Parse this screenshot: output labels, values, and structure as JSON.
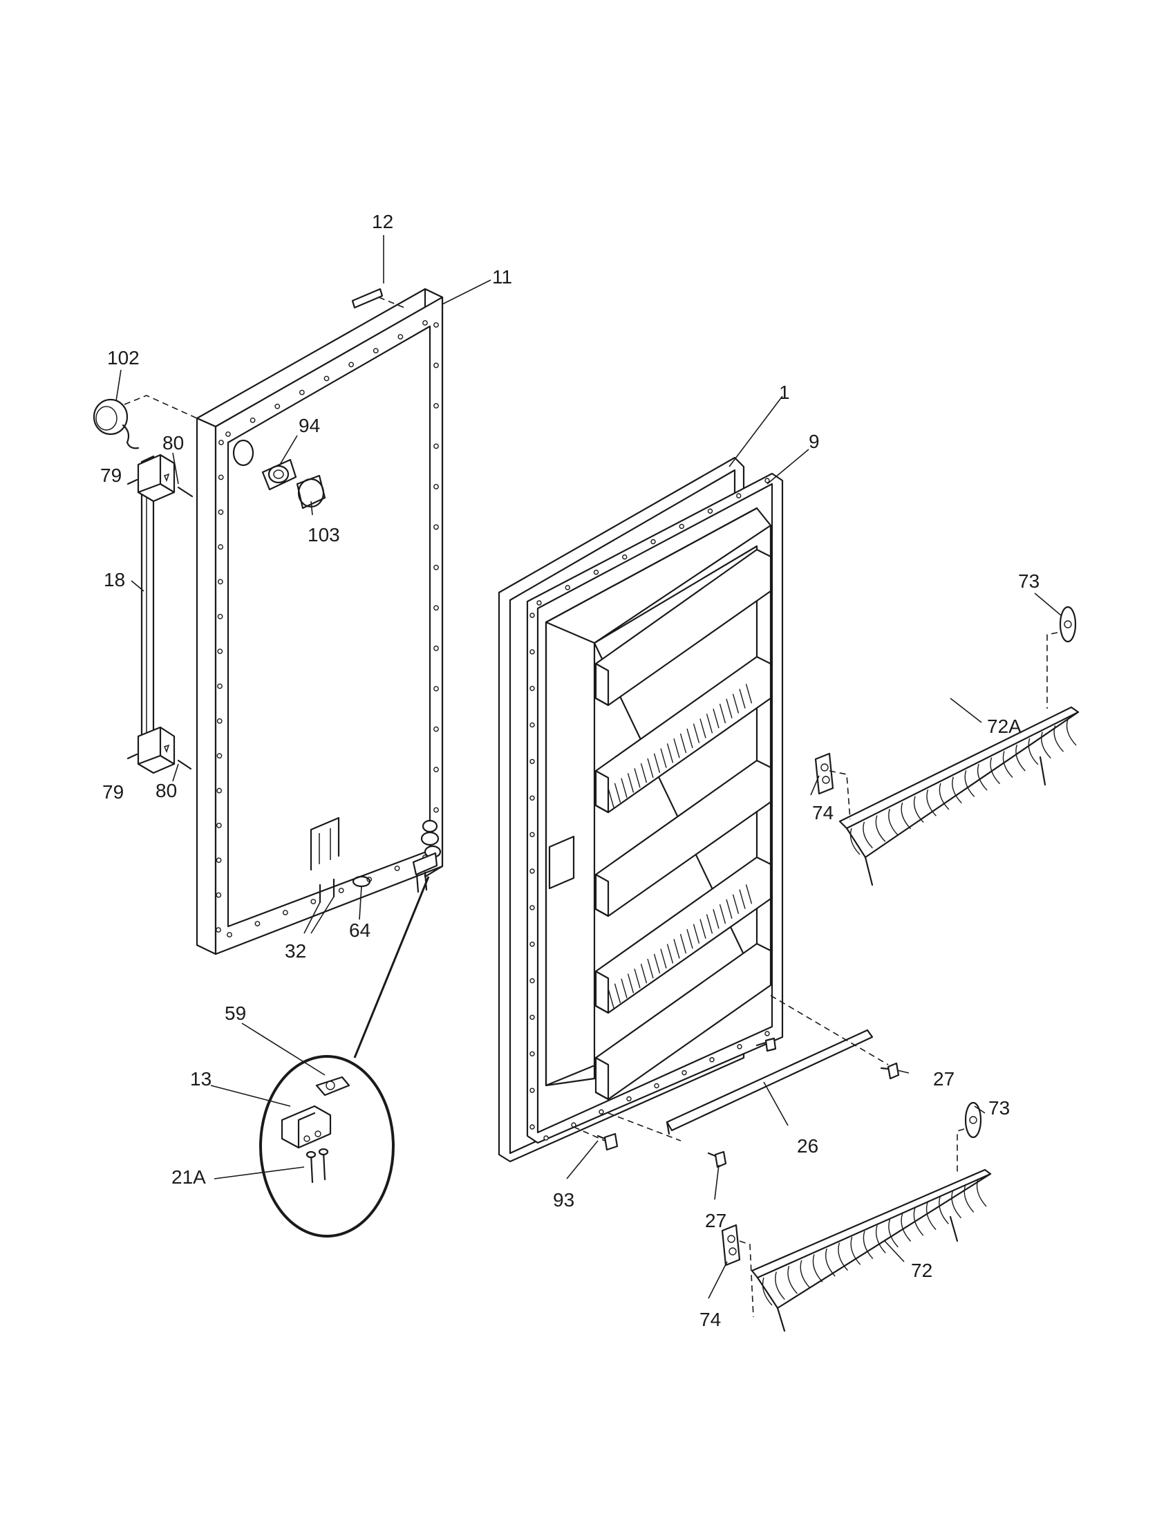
{
  "diagram": {
    "callouts": [
      {
        "id": "12",
        "text": "12"
      },
      {
        "id": "11",
        "text": "11"
      },
      {
        "id": "102",
        "text": "102"
      },
      {
        "id": "94",
        "text": "94"
      },
      {
        "id": "79a",
        "text": "79"
      },
      {
        "id": "80a",
        "text": "80"
      },
      {
        "id": "103",
        "text": "103"
      },
      {
        "id": "18",
        "text": "18"
      },
      {
        "id": "79b",
        "text": "79"
      },
      {
        "id": "80b",
        "text": "80"
      },
      {
        "id": "32",
        "text": "32"
      },
      {
        "id": "64",
        "text": "64"
      },
      {
        "id": "59",
        "text": "59"
      },
      {
        "id": "13",
        "text": "13"
      },
      {
        "id": "21A",
        "text": "21A"
      },
      {
        "id": "1",
        "text": "1"
      },
      {
        "id": "9",
        "text": "9"
      },
      {
        "id": "73a",
        "text": "73"
      },
      {
        "id": "72A",
        "text": "72A"
      },
      {
        "id": "74a",
        "text": "74"
      },
      {
        "id": "27a",
        "text": "27"
      },
      {
        "id": "26",
        "text": "26"
      },
      {
        "id": "93",
        "text": "93"
      },
      {
        "id": "27b",
        "text": "27"
      },
      {
        "id": "73b",
        "text": "73"
      },
      {
        "id": "72",
        "text": "72"
      },
      {
        "id": "74b",
        "text": "74"
      }
    ]
  }
}
